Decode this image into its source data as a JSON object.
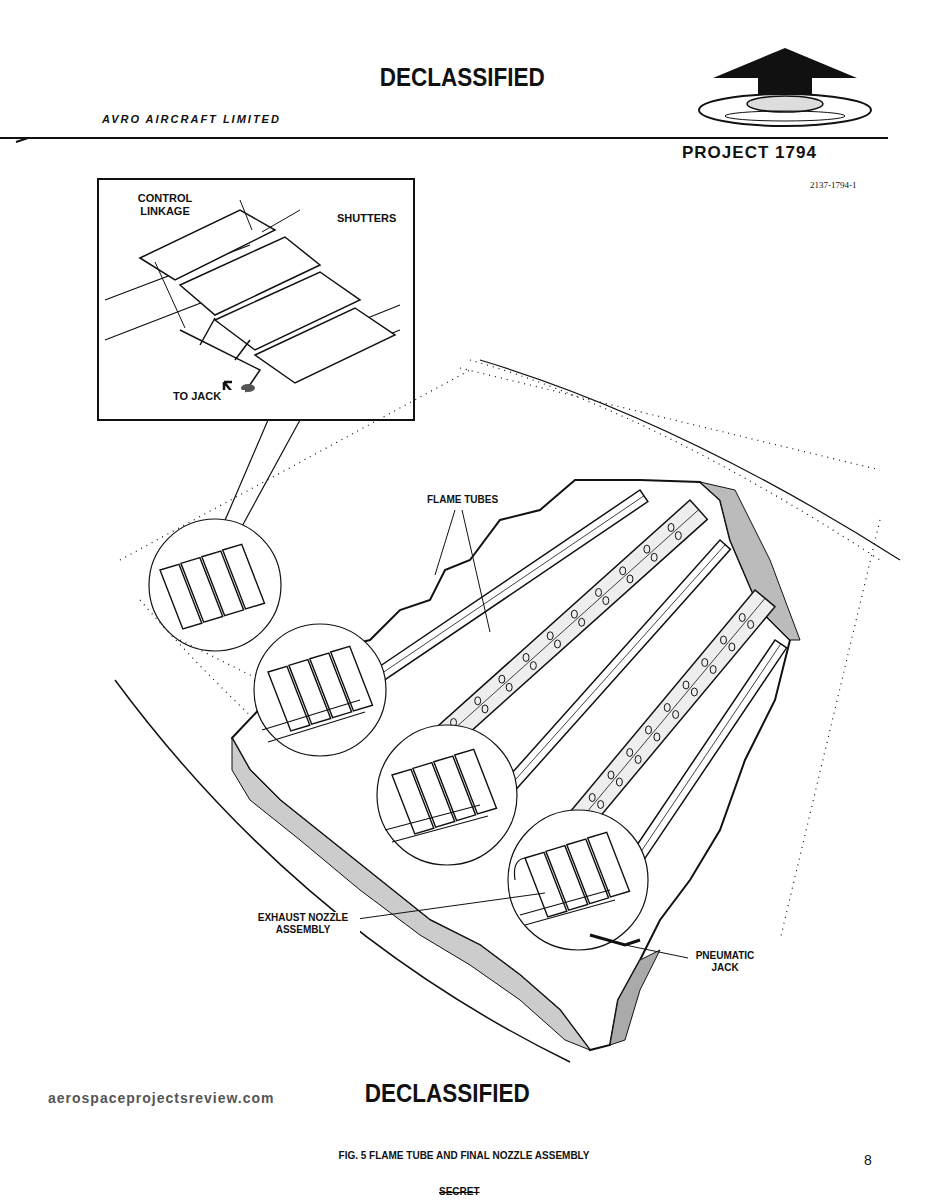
{
  "diagram": {
    "caption": "FIG. 5 FLAME TUBE AND FINAL NOZZLE ASSEMBLY",
    "nodes": [
      {
        "text": [
          "CONTROL LINKAGE",
          "SHUTTERS",
          "TO JACK"
        ]
      }
    ],
    "labels": [
      "DECLASSIFIED",
      "AVRO AIRCRAFT LIMITED",
      "PROJECT 1794",
      "2137-1794-1",
      "FLAME TUBES",
      "EXHAUST NOZZLE ASSEMBLY",
      "PNEUMATIC JACK",
      "aerospaceprojectsreview.com",
      "DECLASSIFIED",
      "SECRET",
      "8"
    ]
  }
}
